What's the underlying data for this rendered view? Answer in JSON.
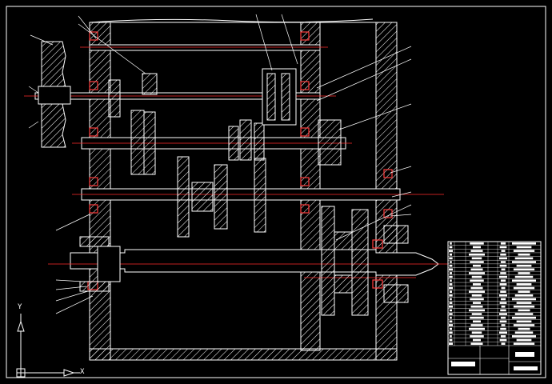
{
  "drawing": {
    "background": "#000000",
    "line_color": "#ffffff",
    "centerline_color": "#ff2a2a",
    "bearing_color": "#ff3b3b"
  },
  "ucs": {
    "x_label": "X",
    "y_label": "Y"
  },
  "title_block": {
    "rows": 28,
    "columns": 6
  }
}
